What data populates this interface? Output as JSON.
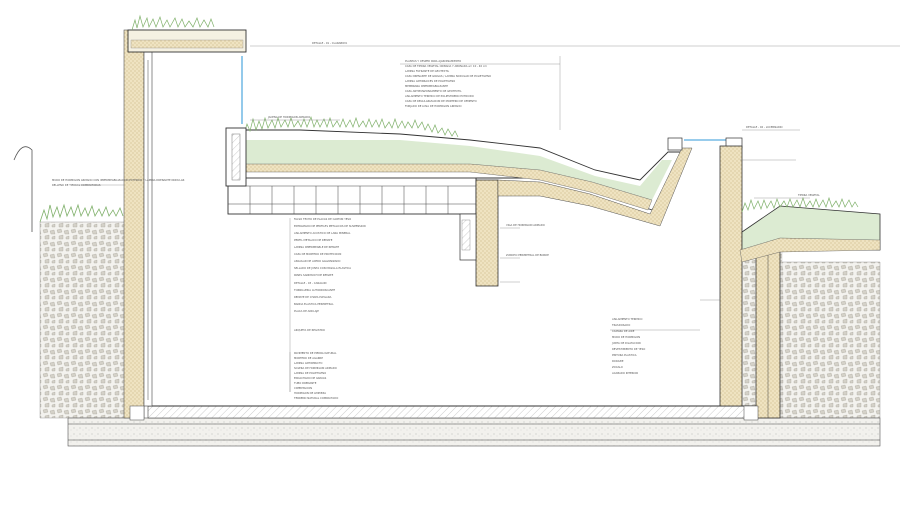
{
  "drawing": {
    "labels": {
      "skylight_top": "DETALLE - 01 - CLARABOYA",
      "skylight_right": "DETALLE - 02 - LUCERNARIO",
      "roof_stack_1": "PLANTAS Y CESPED PARA AJARDINAMIENTO",
      "roof_stack_2": "CAPA DE TIERRA VEGETAL CRIBADA Y ABONADA e= 10 - 40 cm",
      "roof_stack_3": "LAMINA FILTRANTE DE GEOTEXTIL",
      "roof_stack_4": "CAPA DRENANTE DE GRAVAS / LAMINA NODULAR DE POLIETILENO",
      "roof_stack_5": "LAMINA ANTIRRAICES DE POLIETILENO",
      "roof_stack_6": "MEMBRANA IMPERMEABILIZANTE",
      "roof_stack_7": "CAPA ANTIPUNZONAMIENTO DE GEOTEXTIL",
      "roof_stack_8": "AISLAMIENTO TERMICO DE POLIESTIRENO EXTRUIDO",
      "roof_stack_9": "CAPA DE REGULARIZACION DE MORTERO DE CEMENTO",
      "roof_stack_10": "FORJADO DE LOSA DE HORMIGON ARMADO",
      "wall_note_left": "MURO DE HORMIGON ARMADO CON IMPERMEABILIZACION EXTERIOR Y LAMINA DRENANTE NODULAR",
      "fill_note_left": "RELLENO DE TIERRAS COMPACTADAS",
      "lintel_note": "JACENA DE HORMIGON ARMADO",
      "ceiling_1": "FALSO TECHO DE PLACAS DE CARTON YESO",
      "ceiling_2": "ENTRAMADO DE PERFILES METALICOS DE SUSPENSION",
      "ceiling_3": "AISLAMIENTO ACUSTICO DE LANA MINERAL",
      "ceiling_4": "DETALLE - 03 - CANALON",
      "ceiling_5": "PERFIL METALICO DE REMATE",
      "ceiling_6": "LAMINA IMPERMEABLE DE REMATE",
      "ceiling_7": "CAPA DE MORTERO DE PROTECCION",
      "ceiling_8": "ANGULAR DE ACERO GALVANIZADO",
      "ceiling_9": "SELLADO DE JUNTA CON MASILLA ELASTICA",
      "ceiling_10": "PANEL SANDWICH DE REMATE",
      "ceiling_11": "TORNILLERIA AUTORROSCANTE",
      "ceiling_12": "REMATE DE CHAPA PLEGADA",
      "ceiling_13": "BANDA ELASTICA PERIMETRAL",
      "ceiling_14": "PLACA DE ANCLAJE",
      "beam_note_1": "VIGA DE HORMIGON ARMADO",
      "beam_note_2": "ZUNCHO PERIMETRAL DE BORDE",
      "fill_note_right": "TIERRA VEGETAL",
      "floor_1": "PAVIMENTO DE PIEDRA NATURAL",
      "floor_2": "MORTERO DE AGARRE",
      "floor_3": "LAMINA ANTIIMPACTO",
      "floor_4": "SOLERA DE HORMIGON ARMADO",
      "floor_5": "LAMINA DE POLIETILENO",
      "floor_6": "ENCACHADO DE GRAVAS",
      "floor_7": "TUBO DRENANTE",
      "floor_8": "CIMENTACION",
      "floor_9": "HORMIGON DE LIMPIEZA",
      "floor_10": "TERRENO NATURAL COMPACTADO",
      "floor_11": "ARQUETA DE REGISTRO",
      "right_1": "AISLAMIENTO TERMICO",
      "right_2": "TRASDOSADO",
      "right_3": "CAMARA DE AIRE",
      "right_4": "MURO DE HORMIGON",
      "right_5": "JUNTA DE DILATACION",
      "right_6": "REVESTIMIENTO DE YESO",
      "right_7": "PINTURA PLASTICA",
      "right_8": "RODAPIE",
      "right_9": "ZOCALO",
      "right_10": "ACABADO INTERIOR"
    },
    "colors": {
      "soil": "#f1efe9",
      "soil_stone": "#c9c6be",
      "grass": "#9fc48c",
      "insulation": "#e8dcb8",
      "concrete_slab": "#f4f2ee",
      "glass": "#5aaee0"
    }
  }
}
